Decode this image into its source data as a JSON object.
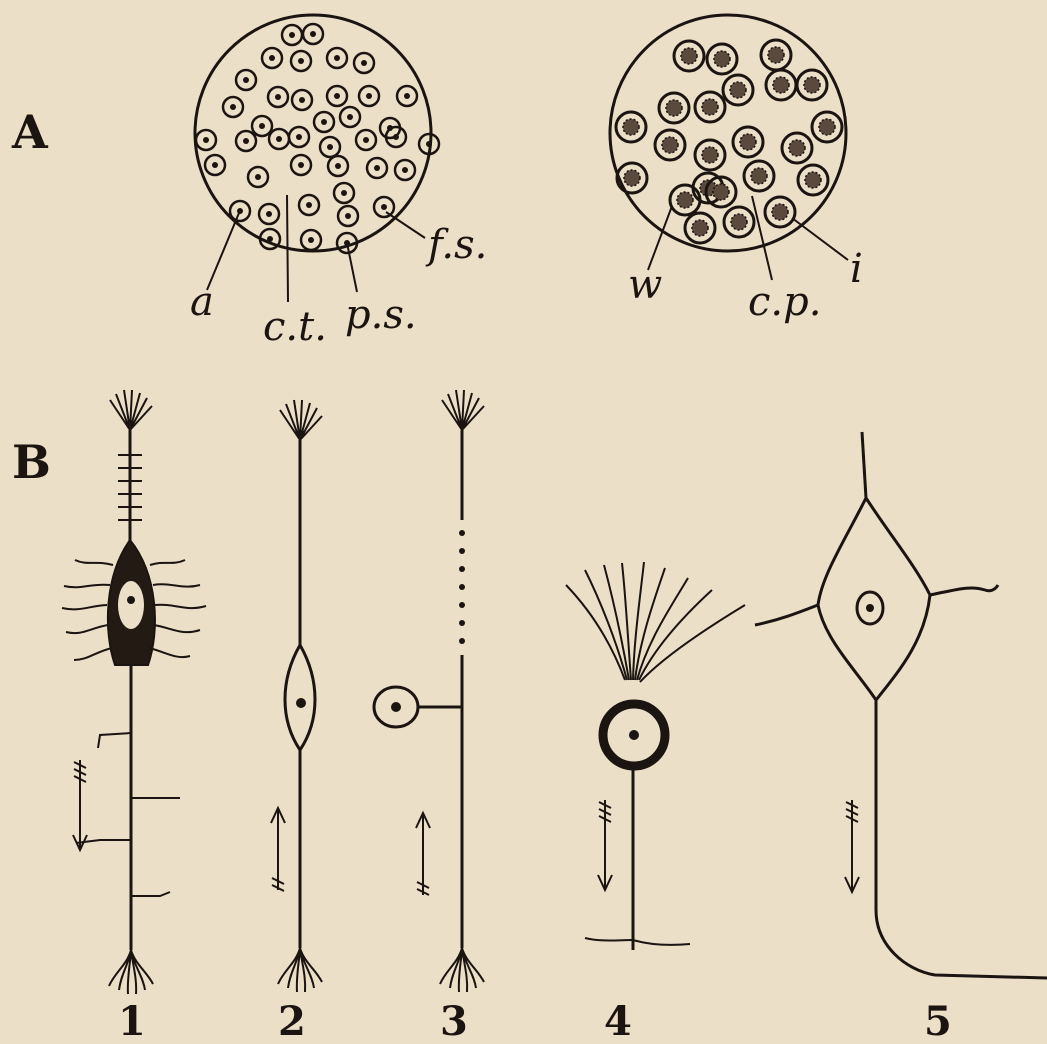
{
  "figure": {
    "panel_a": {
      "label": "A",
      "left_section_labels": {
        "a": "a",
        "ct": "c.t.",
        "ps": "p.s.",
        "fs": "f.s."
      },
      "right_section_labels": {
        "w": "w",
        "cp": "c.p.",
        "i": "i"
      }
    },
    "panel_b": {
      "label": "B",
      "neuron_numbers": [
        "1",
        "2",
        "3",
        "4",
        "5"
      ]
    }
  },
  "colors": {
    "ink": "#1b1410",
    "paper": "#ecdfc8"
  }
}
